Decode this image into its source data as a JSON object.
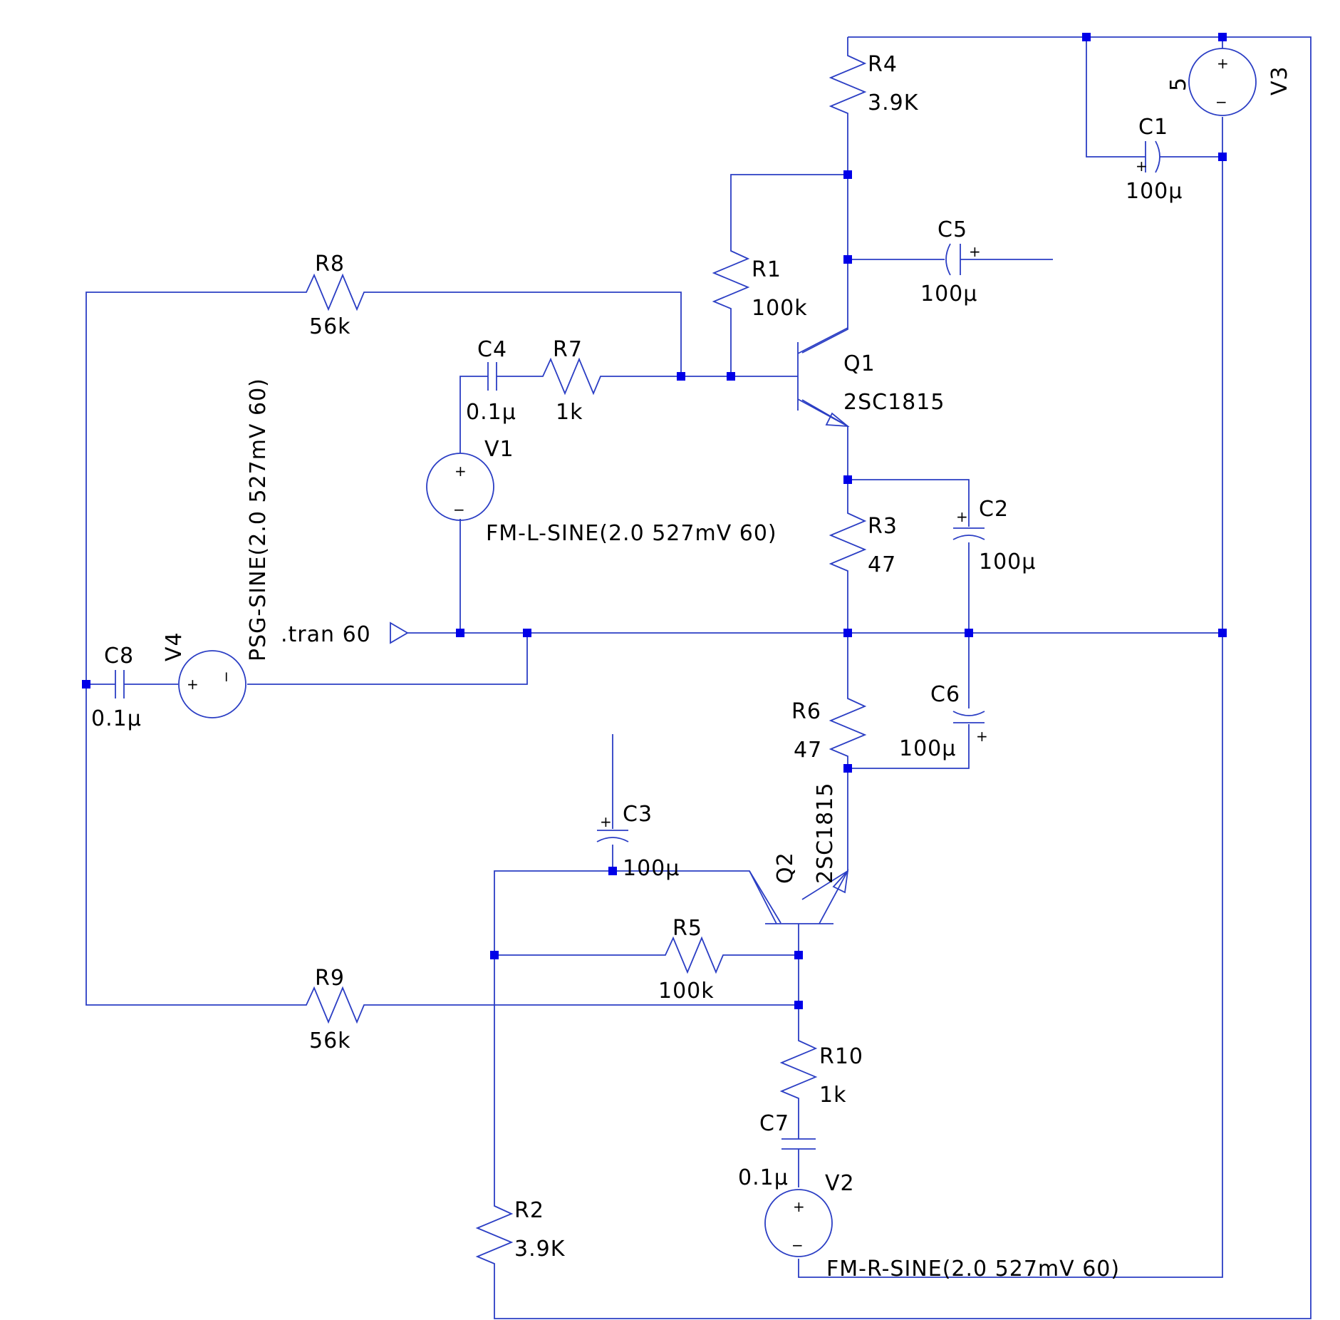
{
  "colors": {
    "wire": "#2b3ec4",
    "node": "#0000e8",
    "text": "#000000",
    "background": "#ffffff"
  },
  "labels": {
    "R1": {
      "name": "R1",
      "value": "100k"
    },
    "R2": {
      "name": "R2",
      "value": "3.9K"
    },
    "R3": {
      "name": "R3",
      "value": "47"
    },
    "R4": {
      "name": "R4",
      "value": "3.9K"
    },
    "R5": {
      "name": "R5",
      "value": "100k"
    },
    "R6": {
      "name": "R6",
      "value": "47"
    },
    "R7": {
      "name": "R7",
      "value": "1k"
    },
    "R8": {
      "name": "R8",
      "value": "56k"
    },
    "R9": {
      "name": "R9",
      "value": "56k"
    },
    "R10": {
      "name": "R10",
      "value": "1k"
    },
    "C1": {
      "name": "C1",
      "value": "100µ"
    },
    "C2": {
      "name": "C2",
      "value": "100µ"
    },
    "C3": {
      "name": "C3",
      "value": "100µ"
    },
    "C4": {
      "name": "C4",
      "value": "0.1µ"
    },
    "C5": {
      "name": "C5",
      "value": "100µ"
    },
    "C6": {
      "name": "C6",
      "value": "100µ"
    },
    "C7": {
      "name": "C7",
      "value": "0.1µ"
    },
    "C8": {
      "name": "C8",
      "value": "0.1µ"
    },
    "Q1": {
      "name": "Q1",
      "value": "2SC1815"
    },
    "Q2": {
      "name": "Q2",
      "value": "2SC1815"
    },
    "V1": {
      "name": "V1",
      "value": "FM-L-SINE(2.0 527mV 60)"
    },
    "V2": {
      "name": "V2",
      "value": "FM-R-SINE(2.0 527mV 60)"
    },
    "V3": {
      "name": "V3",
      "value": "5"
    },
    "V4": {
      "name": "V4",
      "value": "PSG-SINE(2.0 527mV 60)"
    },
    "directive": ".tran 60",
    "plus": "+",
    "minus": "−"
  }
}
